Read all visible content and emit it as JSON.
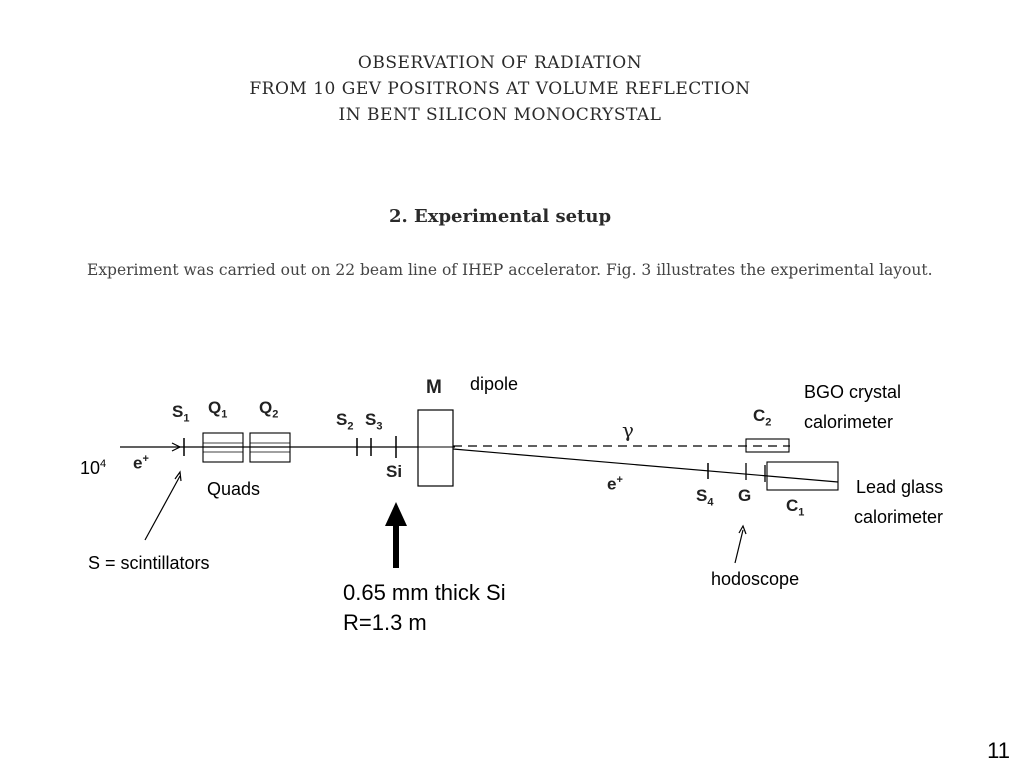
{
  "title": {
    "line1": "OBSERVATION OF RADIATION",
    "line2": "FROM 10 GEV POSITRONS AT VOLUME REFLECTION",
    "line3": "IN BENT SILICON MONOCRYSTAL"
  },
  "section": {
    "heading": "2.  Experimental setup",
    "paragraph": "Experiment was carried out on 22 beam line of IHEP accelerator.  Fig. 3 illustrates the experimental layout."
  },
  "diagram": {
    "symbols": {
      "s1": "S",
      "s1_sub": "1",
      "q1": "Q",
      "q1_sub": "1",
      "q2": "Q",
      "q2_sub": "2",
      "s2": "S",
      "s2_sub": "2",
      "s3": "S",
      "s3_sub": "3",
      "si": "Si",
      "m": "M",
      "gamma": "γ",
      "c2": "C",
      "c2_sub": "2",
      "e_beam": "e",
      "e_beam_sup": "+",
      "e_deflected": "e",
      "e_deflected_sup": "+",
      "s4": "S",
      "s4_sub": "4",
      "g": "G",
      "c1": "C",
      "c1_sub": "1"
    },
    "labels": {
      "dipole": "dipole",
      "bgo_line1": "BGO crystal",
      "bgo_line2": "calorimeter",
      "flux": "10",
      "flux_exp": "4",
      "quads": "Quads",
      "lead_line1": "Lead glass",
      "lead_line2": "calorimeter",
      "scintillators": "S = scintillators",
      "hodoscope": "hodoscope",
      "si_line1": "0.65 mm thick Si",
      "si_line2": "R=1.3 m"
    }
  },
  "page_number": "11"
}
